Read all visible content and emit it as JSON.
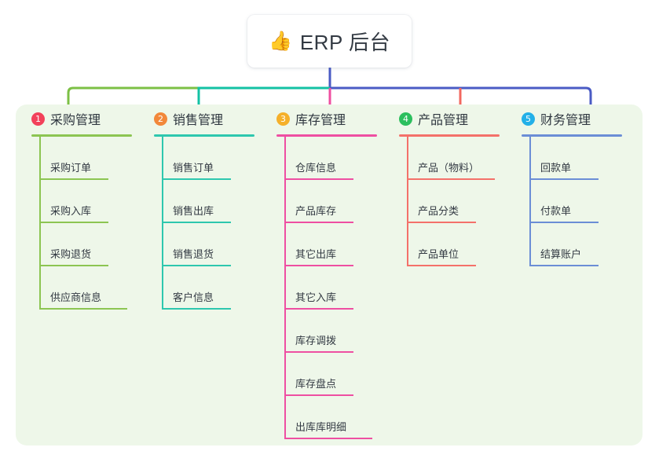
{
  "title": {
    "icon": "thumbs-up-icon",
    "emoji": "👍",
    "text": "ERP 后台"
  },
  "colors": {
    "panel_background": "#eef7e9",
    "page_background": "#ffffff",
    "trunk": "#4a5bc4",
    "text": "#333a43"
  },
  "connectors": {
    "trunk_color": "#4a5bc4",
    "bus_left_color": "#7cc045",
    "bus_mid_color": "#13c2a4",
    "bus_right_color": "#4a5bc4",
    "drops": [
      "#7cc045",
      "#13c2a4",
      "#ef4fa0",
      "#f2685f",
      "#4a5bc4"
    ]
  },
  "columns": [
    {
      "index": "1",
      "badge_color": "#f2415a",
      "line_color": "#8cc552",
      "title": "采购管理",
      "items": [
        "采购订单",
        "采购入库",
        "采购退货",
        "供应商信息"
      ]
    },
    {
      "index": "2",
      "badge_color": "#f2883a",
      "line_color": "#2ec7ae",
      "title": "销售管理",
      "items": [
        "销售订单",
        "销售出库",
        "销售退货",
        "客户信息"
      ]
    },
    {
      "index": "3",
      "badge_color": "#f5b02a",
      "line_color": "#ee4fa2",
      "title": "库存管理",
      "items": [
        "仓库信息",
        "产品库存",
        "其它出库",
        "其它入库",
        "库存调拨",
        "库存盘点",
        "出库库明细"
      ]
    },
    {
      "index": "4",
      "badge_color": "#2cbf5e",
      "line_color": "#f4716a",
      "title": "产品管理",
      "items": [
        "产品（物料）",
        "产品分类",
        "产品单位"
      ]
    },
    {
      "index": "5",
      "badge_color": "#23b0e8",
      "line_color": "#6b8ed6",
      "title": "财务管理",
      "items": [
        "回款单",
        "付款单",
        "结算账户"
      ]
    }
  ]
}
